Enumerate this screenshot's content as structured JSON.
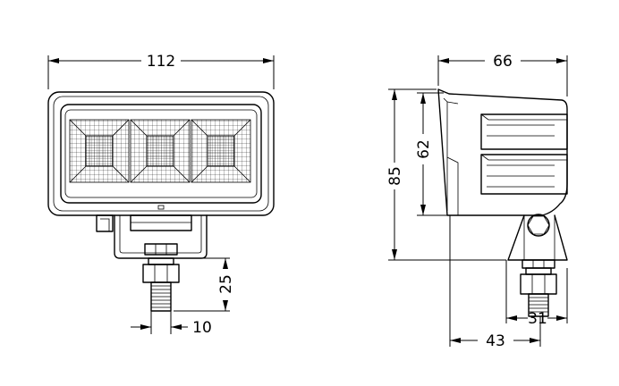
{
  "dimensions": {
    "width_front": "112",
    "depth_side": "66",
    "height_total": "85",
    "height_housing": "62",
    "bolt_length": "25",
    "bolt_diameter": "10",
    "bracket_width": "31",
    "base_depth": "43"
  },
  "colors": {
    "line": "#000000",
    "background": "#ffffff"
  }
}
